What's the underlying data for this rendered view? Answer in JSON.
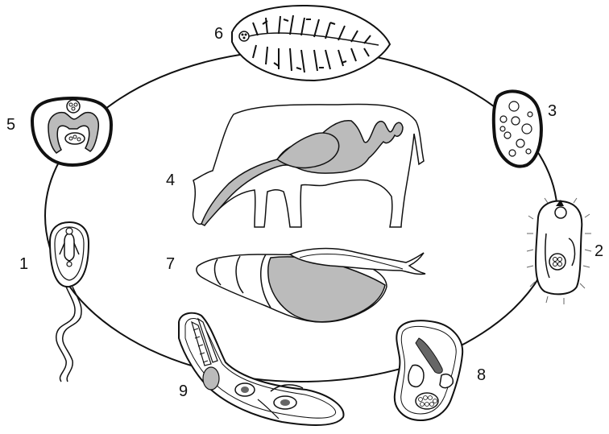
{
  "diagram": {
    "labels": {
      "n1": "1",
      "n2": "2",
      "n3": "3",
      "n4": "4",
      "n5": "5",
      "n6": "6",
      "n7": "7",
      "n8": "8",
      "n9": "9"
    },
    "colors": {
      "line": "#111111",
      "fill_gray": "#b9b9b9",
      "fill_white": "#ffffff"
    }
  }
}
